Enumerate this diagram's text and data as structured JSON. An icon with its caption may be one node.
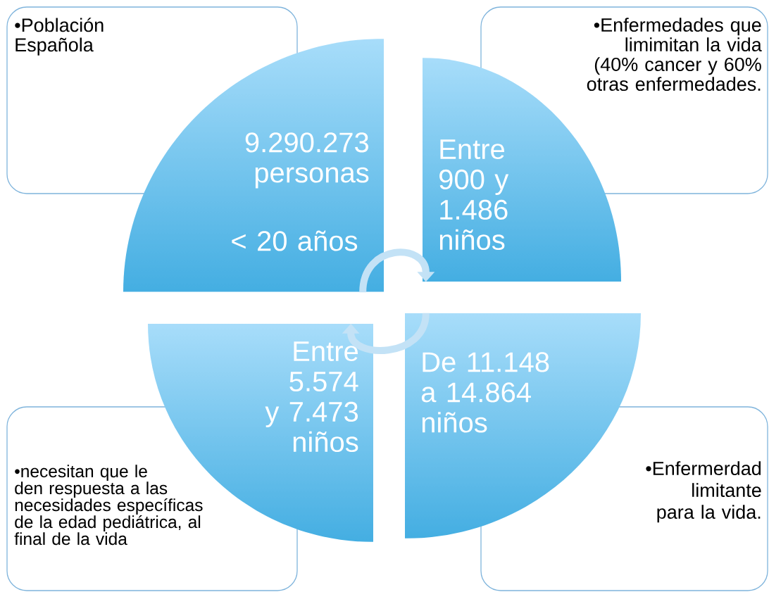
{
  "diagram": {
    "nodes": [
      {
        "text": [
          "•Población Española"
        ]
      },
      {
        "text": [
          "9.290.273 personas",
          "< 20 años"
        ]
      },
      {
        "text": [
          "Entre 900 y 1.486 niños"
        ]
      },
      {
        "text": [
          "•Enfermedades que limimitan la vida (40% cancer y 60% otras enfermedades."
        ]
      },
      {
        "text": [
          "•necesitan que le den respuesta a las necesidades específicas de la edad pediátrica, al final de la vida"
        ]
      },
      {
        "text": [
          "Entre 5.574 y 7.473 niños"
        ]
      },
      {
        "text": [
          "De 11.148 a 14.864 niños"
        ]
      },
      {
        "text": [
          "•Enfermerdad limitante para la vida."
        ]
      }
    ],
    "edges": [
      {
        "from": 1,
        "to": 2,
        "arrow": "to"
      },
      {
        "from": 6,
        "to": 5,
        "arrow": "to"
      }
    ]
  }
}
